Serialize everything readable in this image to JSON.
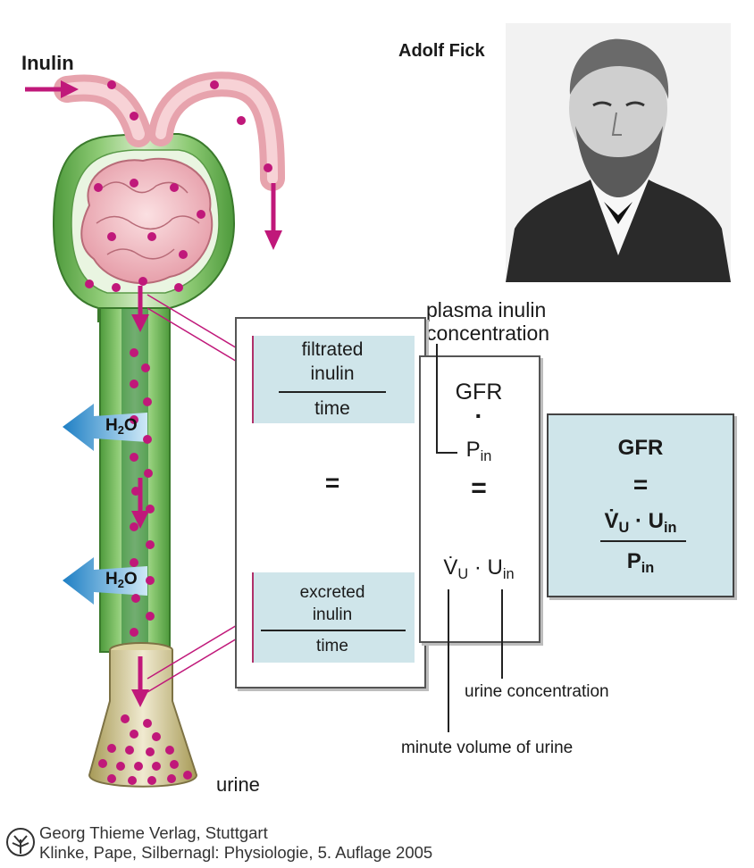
{
  "labels": {
    "inulin": "Inulin",
    "adolf_fick": "Adolf Fick",
    "urine": "urine",
    "water": "H",
    "water_sub": "2",
    "water_o": "O",
    "plasma_inulin": "plasma inulin",
    "plasma_concentration": "concentration",
    "urine_concentration": "urine concentration",
    "minute_volume": "minute volume of urine"
  },
  "box_left": {
    "filtrated_line1": "filtrated",
    "filtrated_line2": "inulin",
    "time": "time",
    "equals": "=",
    "excreted_line1": "excreted",
    "excreted_line2": "inulin"
  },
  "box_middle": {
    "gfr": "GFR",
    "dot": "·",
    "p": "P",
    "p_sub": "in",
    "equals": "=",
    "v": "V̇",
    "v_sub": "U",
    "u": "U",
    "u_sub": "in"
  },
  "box_result": {
    "gfr": "GFR",
    "equals": "=",
    "v": "V̇",
    "v_sub": "U",
    "dot": "·",
    "u": "U",
    "u_sub": "in",
    "p": "P",
    "p_sub": "in"
  },
  "footer": {
    "publisher": "Georg Thieme Verlag, Stuttgart",
    "citation": "Klinke, Pape, Silbernagl: Physiologie, 5. Auflage 2005"
  },
  "colors": {
    "inulin": "#c0187a",
    "tubule": "#7fbf6a",
    "tubule_light": "#cfe8c2",
    "capillary": "#f0b4bc",
    "box_fill": "#cfe5ea",
    "water_arrow": "#3aa0d8"
  },
  "icons": {
    "publisher_logo": "thieme-tree-icon",
    "portrait": "portrait-sketch"
  }
}
